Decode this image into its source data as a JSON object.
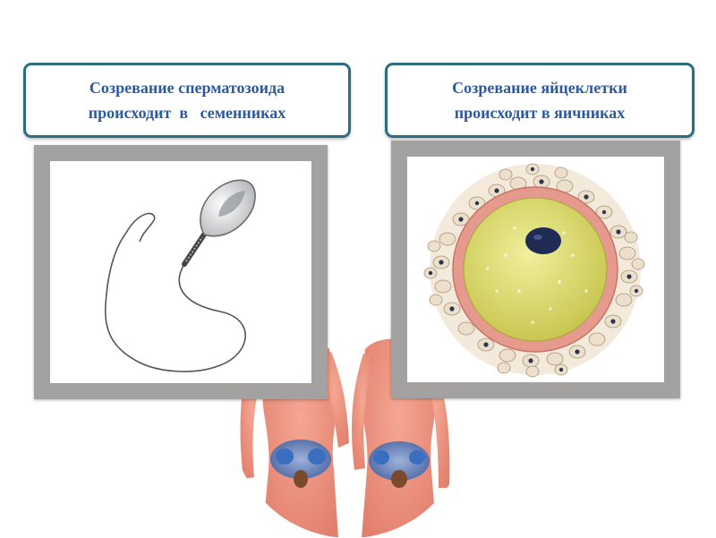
{
  "captions": {
    "left": "Созревание сперматозоида\nпроисходит  в   семенниках",
    "right": "Созревание яйцеклетки\nпроисходит в яичниках"
  },
  "images": {
    "sperm": "sperm-cell-drawing",
    "egg": "egg-cell-drawing",
    "bodies": "human-bodies-reproductive-organs"
  },
  "colors": {
    "caption_text": "#2b5aa0",
    "caption_border": "#2a6f80",
    "frame": "#a4a2a0",
    "egg_zona": "#e08a7f",
    "egg_cytoplasm": "#d6d66a",
    "egg_nucleus": "#1f2a55",
    "body_skin": "#f09a86"
  }
}
